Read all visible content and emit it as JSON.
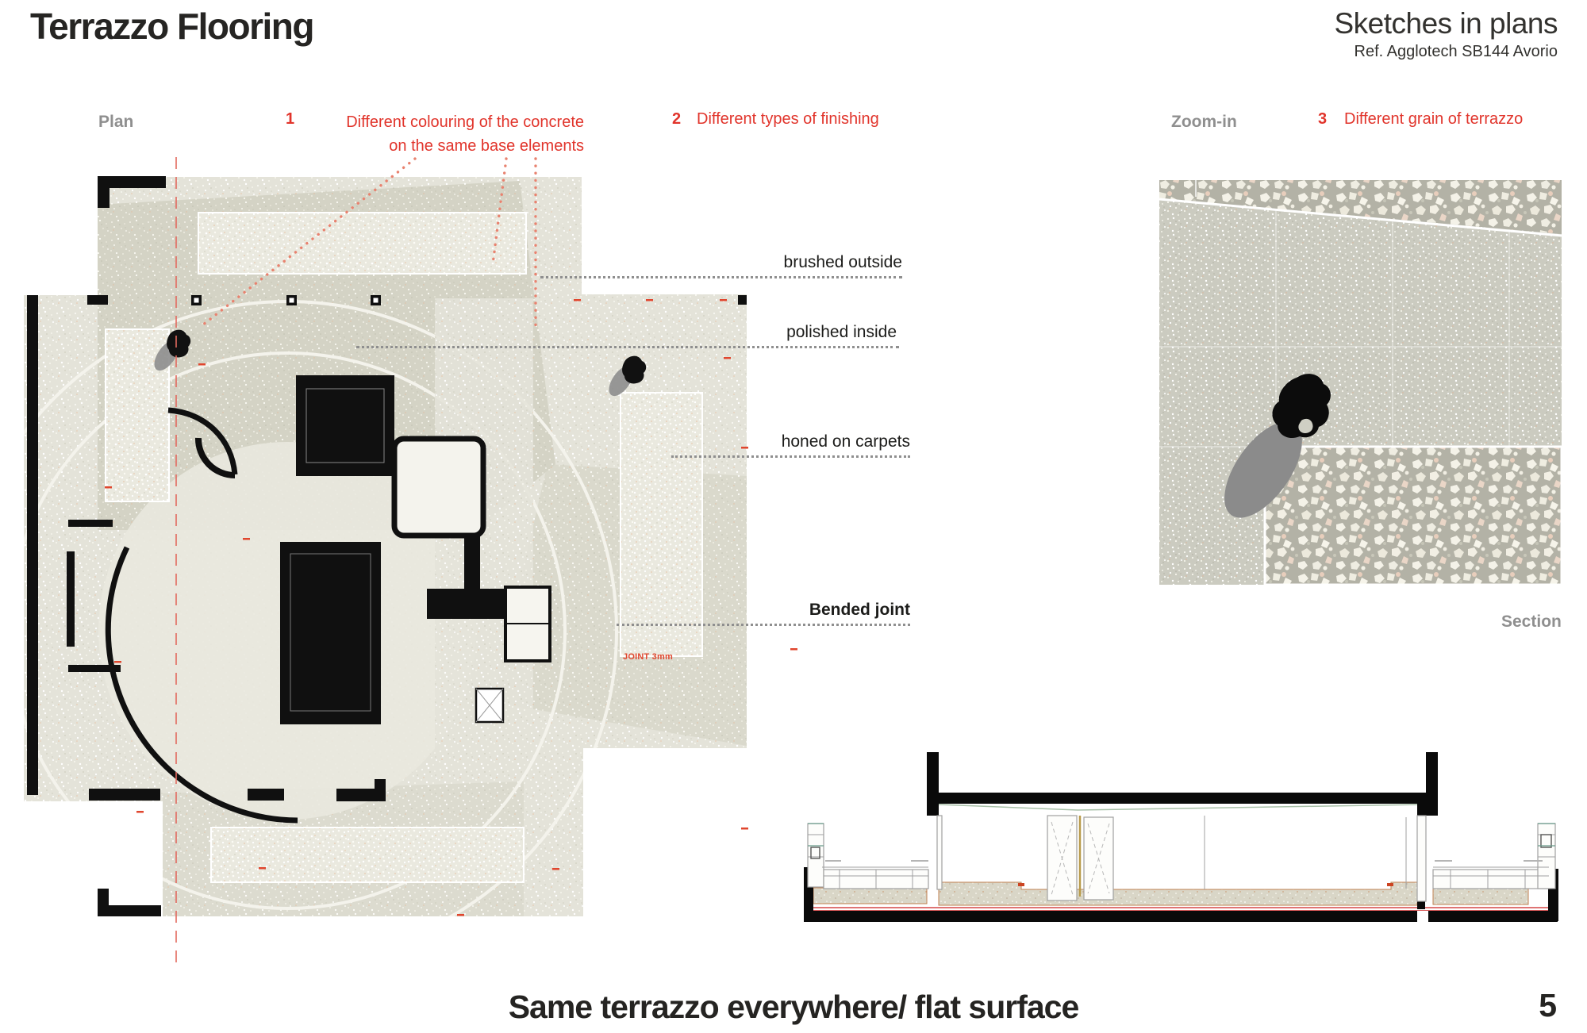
{
  "header": {
    "title": "Terrazzo Flooring",
    "subtitle": "Sketches in plans",
    "reference": "Ref. Agglotech SB144 Avorio"
  },
  "labels": {
    "plan": "Plan",
    "zoom_in": "Zoom-in",
    "section": "Section"
  },
  "annotations": [
    {
      "number": "1",
      "line1": "Different colouring of the concrete",
      "line2": "on the same base elements"
    },
    {
      "number": "2",
      "text": "Different types of finishing"
    },
    {
      "number": "3",
      "text": "Different grain of terrazzo"
    }
  ],
  "callouts": {
    "brushed": "brushed outside",
    "polished": "polished inside",
    "honed": "honed on carpets",
    "bended": "Bended joint"
  },
  "plan_notes": {
    "joint": "JOINT 3mm"
  },
  "footer": {
    "caption": "Same terrazzo everywhere/ flat surface",
    "page_number": "5"
  },
  "colors": {
    "annotation_red": "#e1342b",
    "leader_salmon": "#e8826f",
    "axis_red": "#e26a5f",
    "label_gray": "#8f8f8f",
    "ink": "#101010",
    "plan_field": "#e4e3d9",
    "plan_dark_tone": "#d4d3c5",
    "carpet_tone": "#eae9df",
    "terrazzo_fine_base": "#cbcbc0",
    "terrazzo_coarse_base": "#b3b2a6",
    "section_screed": "#d9d6c7"
  }
}
